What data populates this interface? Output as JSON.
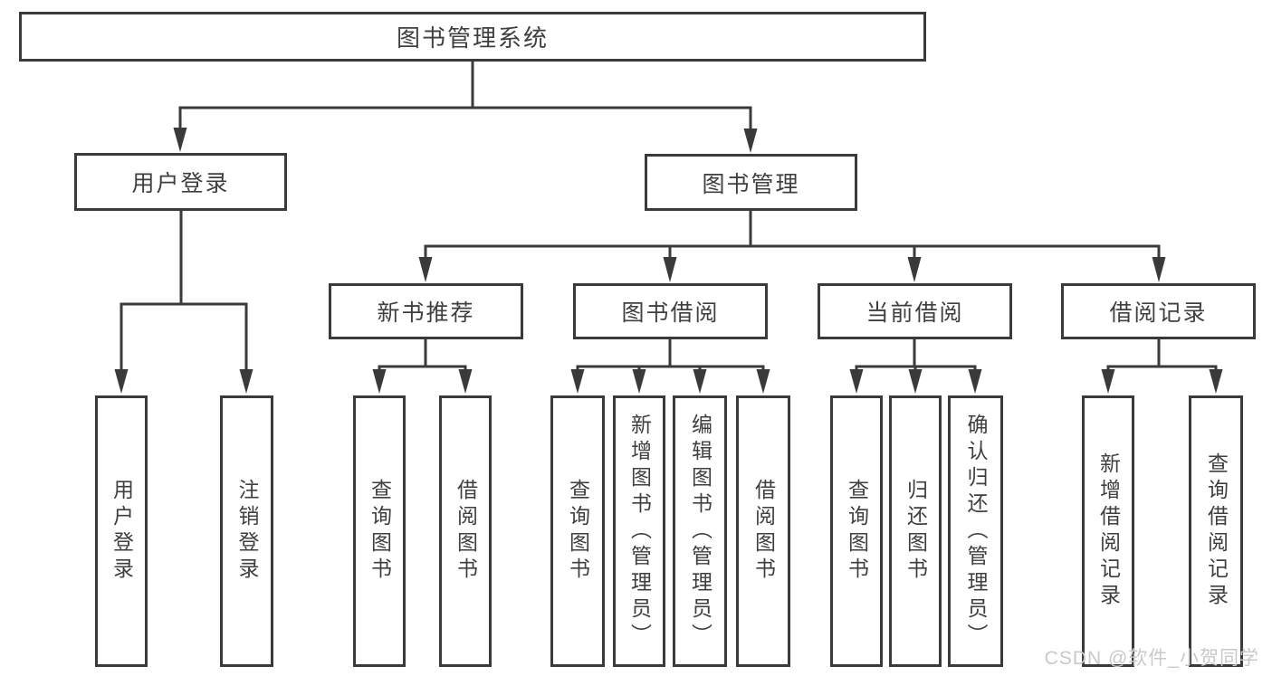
{
  "root": {
    "label": "图书管理系统"
  },
  "level2": [
    {
      "label": "用户登录",
      "children": [
        {
          "label": "用户登录"
        },
        {
          "label": "注销登录"
        }
      ]
    },
    {
      "label": "图书管理",
      "children": [
        {
          "label": "新书推荐",
          "children": [
            {
              "label": "查询图书"
            },
            {
              "label": "借阅图书"
            }
          ]
        },
        {
          "label": "图书借阅",
          "children": [
            {
              "label": "查询图书"
            },
            {
              "label": "新增图书（管理员）"
            },
            {
              "label": "编辑图书（管理员）"
            },
            {
              "label": "借阅图书"
            }
          ]
        },
        {
          "label": "当前借阅",
          "children": [
            {
              "label": "查询图书"
            },
            {
              "label": "归还图书"
            },
            {
              "label": "确认归还（管理员）"
            }
          ]
        },
        {
          "label": "借阅记录",
          "children": [
            {
              "label": "新增借阅记录"
            },
            {
              "label": "查询借阅记录"
            }
          ]
        }
      ]
    }
  ],
  "watermark": {
    "text": "CSDN @软件_小贺同学"
  },
  "colors": {
    "line": "#3a3a3a",
    "text": "#3f3f3f",
    "watermark": "#c9c9c9",
    "background": "#ffffff"
  }
}
